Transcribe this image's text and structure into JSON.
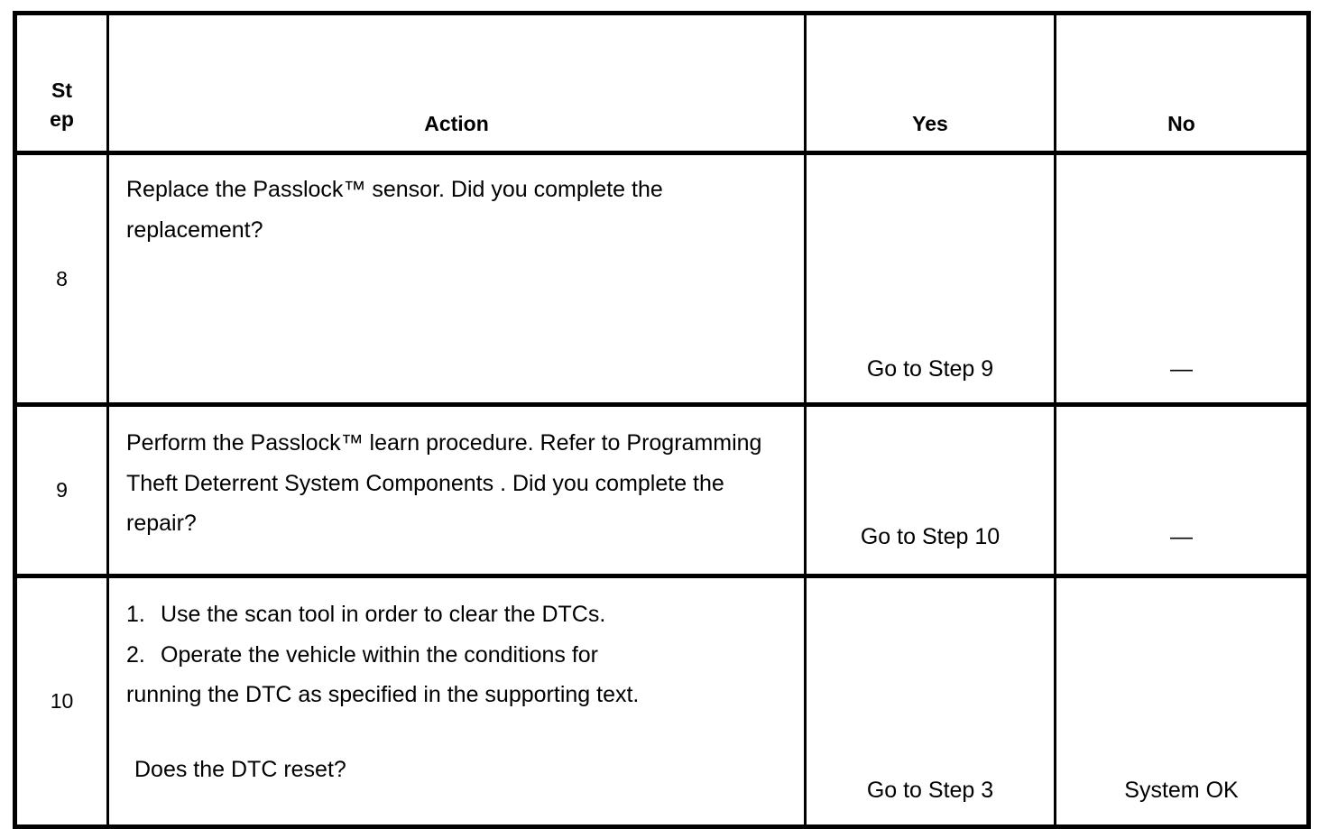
{
  "table": {
    "headers": {
      "step": "Step",
      "step_line1": "St",
      "step_line2": "ep",
      "action": "Action",
      "yes": "Yes",
      "no": "No"
    },
    "rows": [
      {
        "step": "8",
        "action_text": "Replace the Passlock™ sensor. Did you complete the replacement?",
        "yes": "Go to Step 9",
        "no": "—"
      },
      {
        "step": "9",
        "action_text": "Perform the Passlock™ learn procedure. Refer to Programming Theft Deterrent System Components . Did you complete the repair?",
        "yes": "Go to Step 10",
        "no": "—"
      },
      {
        "step": "10",
        "action_items": [
          {
            "num": "1.",
            "text": "Use the scan tool in order to clear the DTCs."
          },
          {
            "num": "2.",
            "text": "Operate the vehicle within the conditions for"
          }
        ],
        "action_continuation": "running the DTC as specified in the supporting text.",
        "action_question": "Does the DTC reset?",
        "yes": "Go to Step 3",
        "no": "System OK"
      }
    ]
  },
  "colors": {
    "border": "#000000",
    "text": "#000000",
    "background": "#ffffff"
  }
}
